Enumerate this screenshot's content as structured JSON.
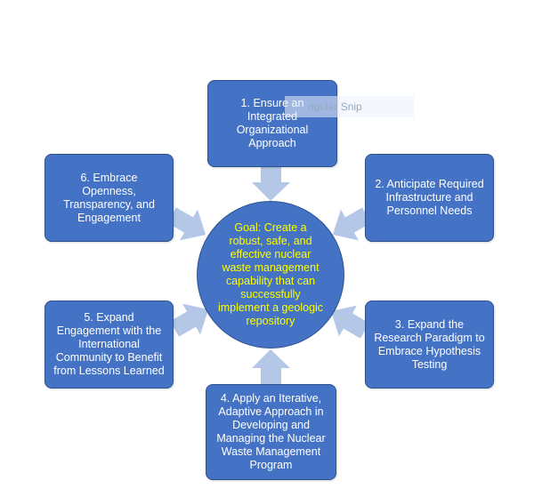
{
  "goal": {
    "text": "Goal: Create a robust, safe, and effective nuclear waste management capability that can successfully implement a geologic repository"
  },
  "boxes": [
    {
      "id": "1",
      "text": "1. Ensure an Integrated Organizational Approach"
    },
    {
      "id": "2",
      "text": "2. Anticipate Required Infrastructure and Personnel Needs"
    },
    {
      "id": "3",
      "text": "3. Expand the Research Paradigm to Embrace Hypothesis Testing"
    },
    {
      "id": "4",
      "text": "4. Apply an Iterative, Adaptive Approach in Developing and Managing the Nuclear Waste Management Program"
    },
    {
      "id": "5",
      "text": "5. Expand Engagement with the International Community to Benefit from Lessons Learned"
    },
    {
      "id": "6",
      "text": "6. Embrace Openness, Transparency, and Engagement"
    }
  ],
  "overlay": {
    "text": "ngular Snip"
  },
  "colors": {
    "box_fill": "#4472c4",
    "box_border": "#2f528f",
    "arrow_fill": "#b4c7e7",
    "goal_text": "#ffff00",
    "box_text": "#ffffff"
  }
}
